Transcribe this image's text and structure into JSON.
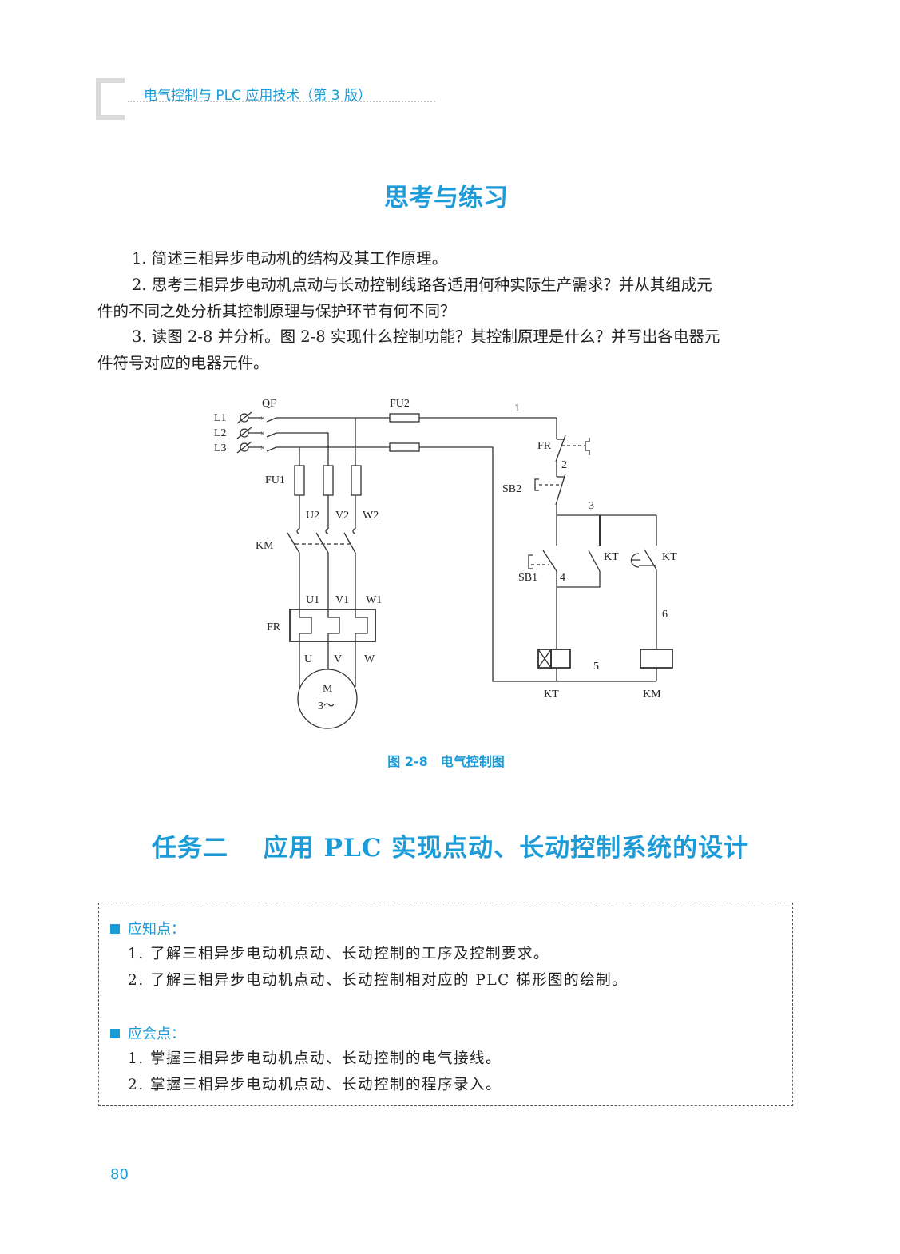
{
  "header": {
    "book_title": "电气控制与 PLC 应用技术（第 3 版）"
  },
  "section_title": "思考与练习",
  "questions": [
    {
      "line1": "1. 简述三相异步电动机的结构及其工作原理。"
    },
    {
      "line1": "2. 思考三相异步电动机点动与长动控制线路各适用何种实际生产需求？并从其组成元",
      "line2": "件的不同之处分析其控制原理与保护环节有何不同？"
    },
    {
      "line1": "3. 读图 2-8 并分析。图 2-8 实现什么控制功能？其控制原理是什么？并写出各电器元",
      "line2": "件符号对应的电器元件。"
    }
  ],
  "figure": {
    "labels": {
      "L1": "L1",
      "L2": "L2",
      "L3": "L3",
      "QF": "QF",
      "FU2": "FU2",
      "FU1": "FU1",
      "U2": "U2",
      "V2": "V2",
      "W2": "W2",
      "KM": "KM",
      "U1": "U1",
      "V1": "V1",
      "W1": "W1",
      "FR": "FR",
      "U": "U",
      "V": "V",
      "W": "W",
      "M": "M",
      "phase": "3～",
      "FR_ctrl": "FR",
      "SB2": "SB2",
      "SB1": "SB1",
      "KT_no": "KT",
      "KT_nc": "KT",
      "KT_coil": "KT",
      "KM_coil": "KM",
      "n1": "1",
      "n2": "2",
      "n3": "3",
      "n4": "4",
      "n5": "5",
      "n6": "6"
    },
    "caption": "图 2-8　电气控制图"
  },
  "task_title": "任务二　 应用 PLC 实现点动、长动控制系统的设计",
  "objectives": {
    "know_heading": "应知点：",
    "know": [
      "1. 了解三相异步电动机点动、长动控制的工序及控制要求。",
      "2. 了解三相异步电动机点动、长动控制相对应的 PLC 梯形图的绘制。"
    ],
    "can_heading": "应会点：",
    "can": [
      "1. 掌握三相异步电动机点动、长动控制的电气接线。",
      "2. 掌握三相异步电动机点动、长动控制的程序录入。"
    ]
  },
  "page_number": "80",
  "colors": {
    "accent": "#1b9bd7"
  }
}
